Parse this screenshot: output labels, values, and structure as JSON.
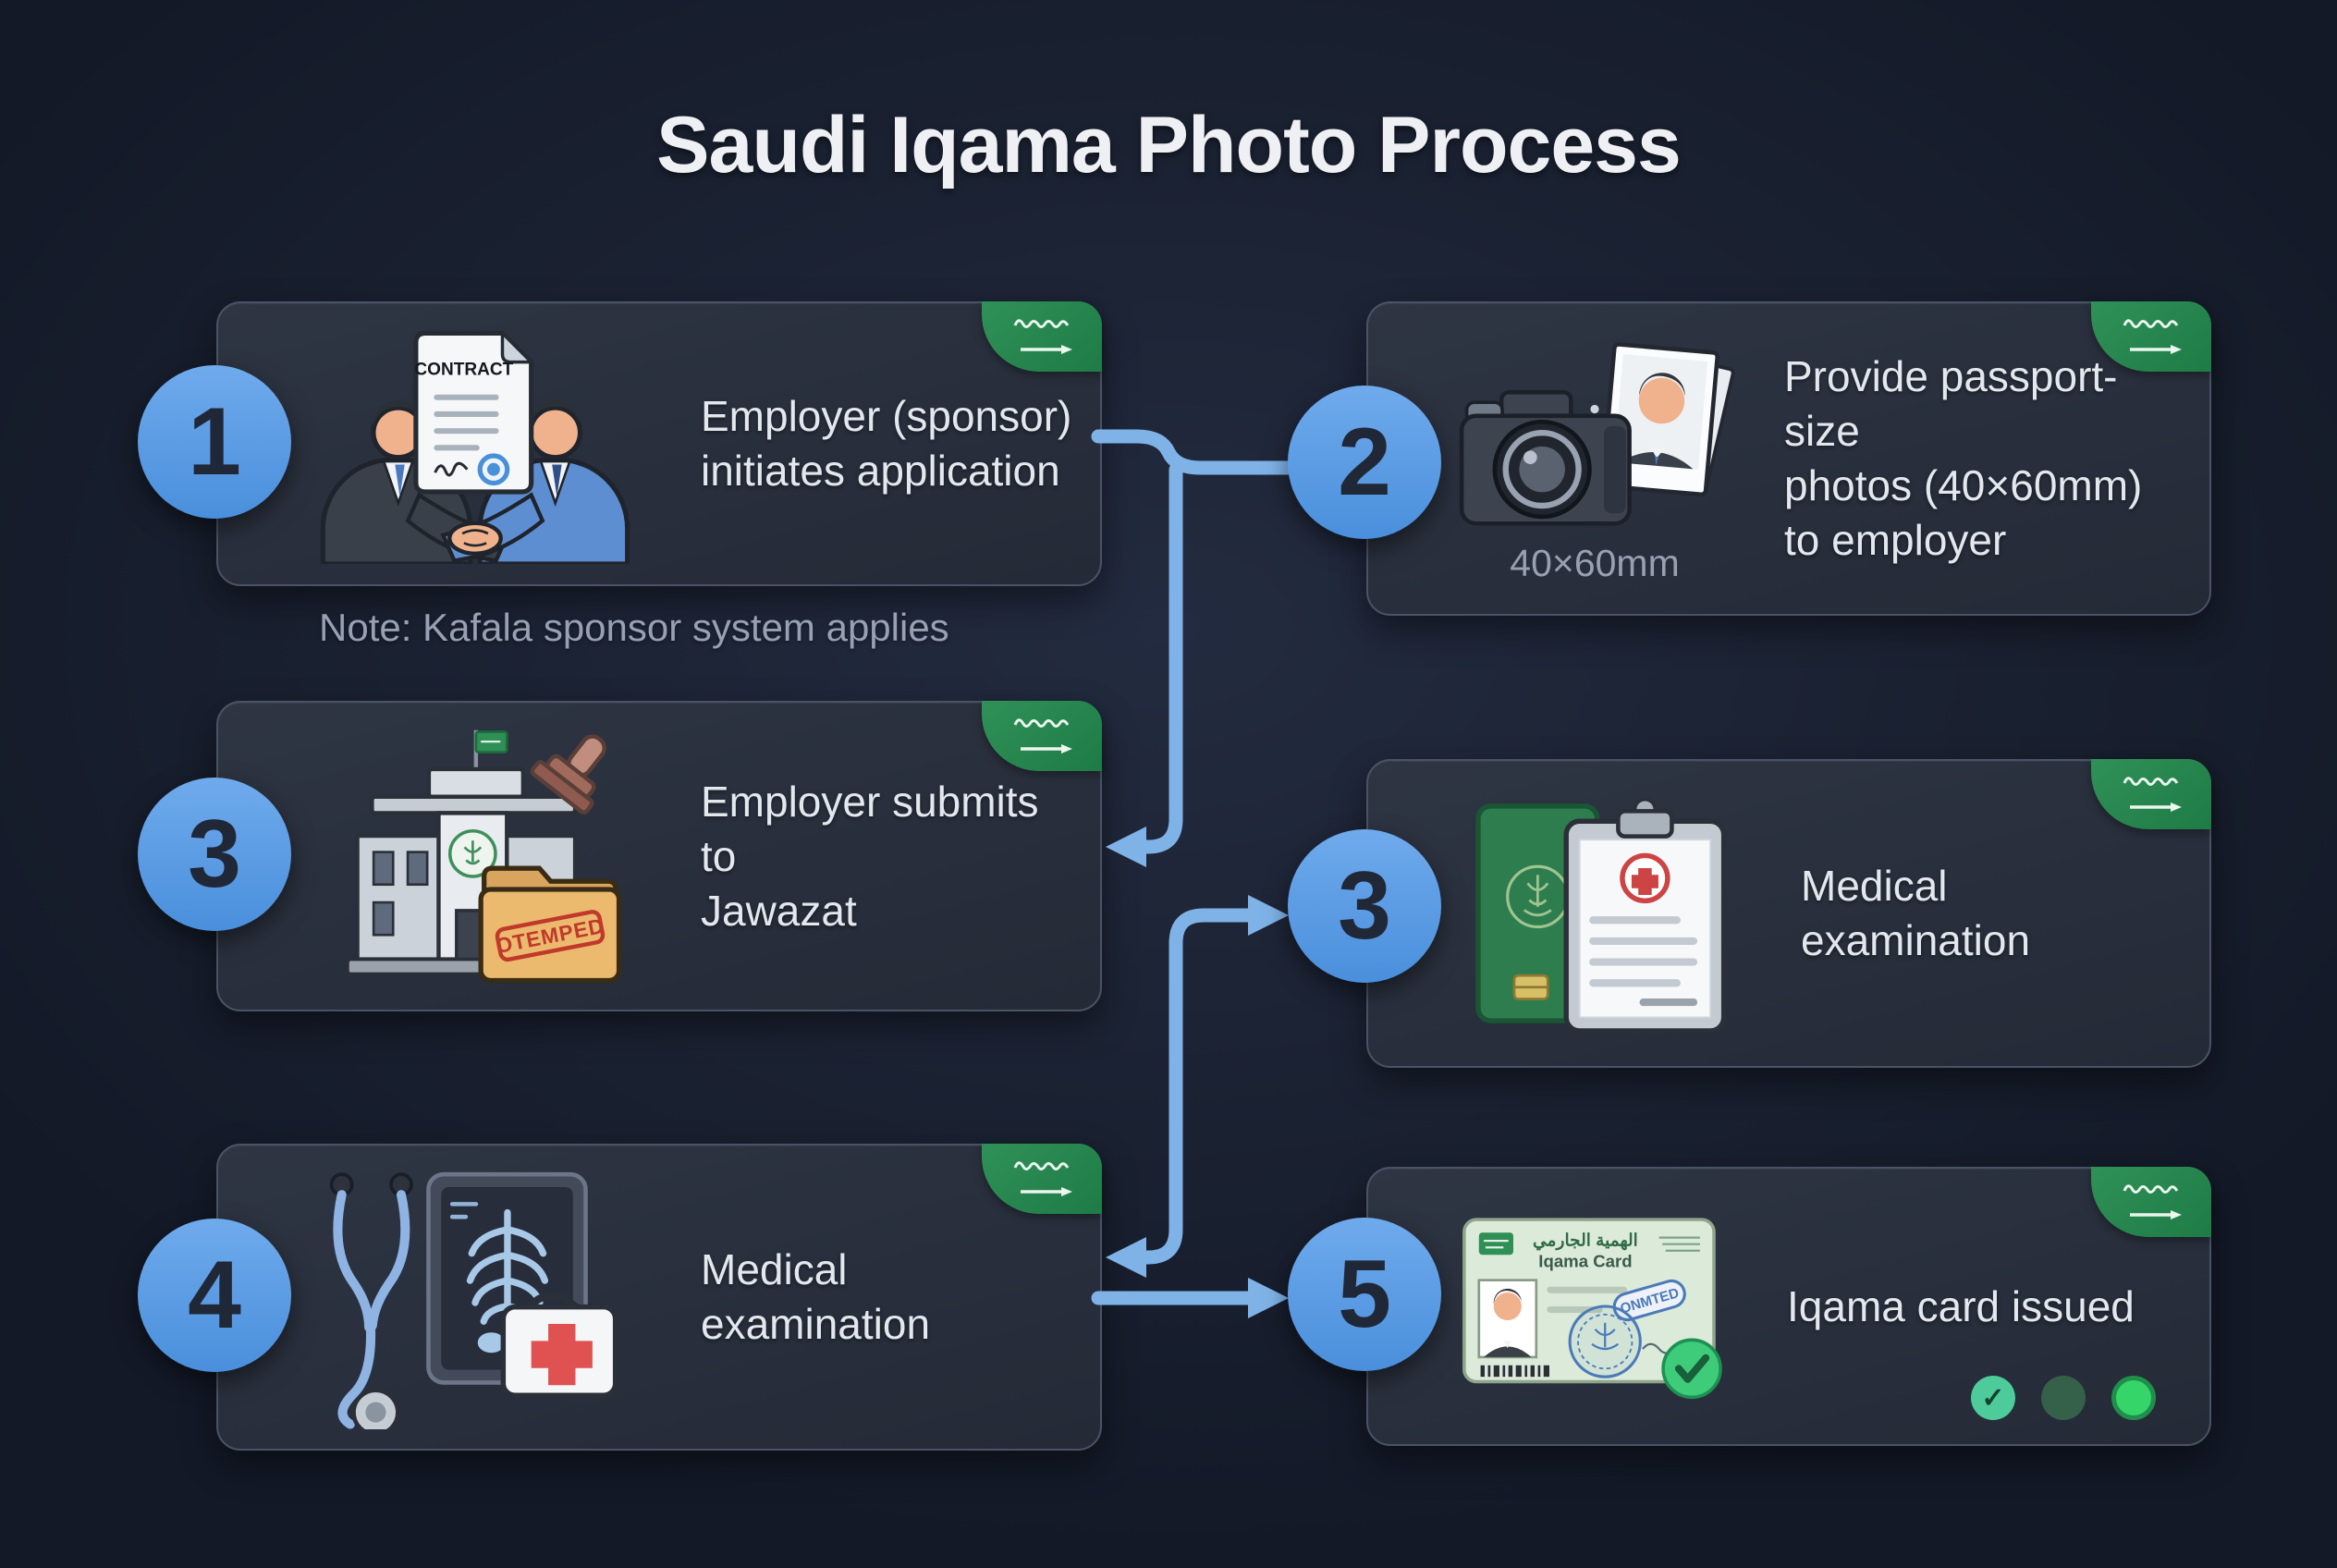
{
  "title": "Saudi Iqama Photo Process",
  "note": "Note: Kafala sponsor system applies",
  "steps": [
    {
      "number": "1",
      "lines": [
        "Employer (sponsor)",
        "initiates application"
      ]
    },
    {
      "number": "2",
      "lines": [
        "Provide passport-size",
        "photos (40×60mm)",
        "to employer"
      ],
      "caption": "40×60mm"
    },
    {
      "number": "3",
      "lines": [
        "Employer submits to",
        "Jawazat"
      ]
    },
    {
      "number": "3",
      "lines": [
        "Medical",
        "examination"
      ]
    },
    {
      "number": "4",
      "lines": [
        "Medical",
        "examination"
      ]
    },
    {
      "number": "5",
      "lines": [
        "Iqama card issued"
      ]
    }
  ],
  "labels": {
    "contract": "CONTRACT",
    "folder_stamp": "OTEMPED",
    "iqama_arabic": "الهمية الجارمي",
    "iqama_label": "Iqama Card",
    "iqama_stamp": "ONMTED"
  },
  "colors": {
    "background": "#1a2131",
    "card": "#272d3a",
    "card_border": "#4a5366",
    "accent_blue_circle": "#5b9ae2",
    "connector_blue": "#7fb3e8",
    "flag_green": "#26854e",
    "text_primary": "#e3e7ee",
    "text_muted": "#97a1b3",
    "success_green": "#35d56a"
  }
}
